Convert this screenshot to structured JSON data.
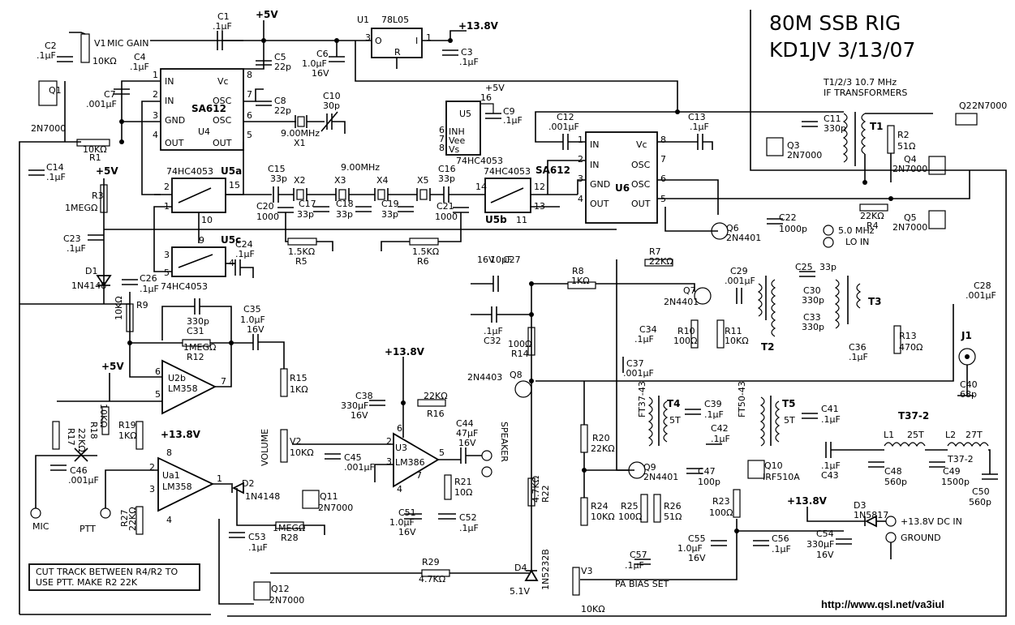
{
  "title_line1": "80M SSB RIG",
  "title_line2": "KD1JV 3/13/07",
  "url": "http://www.qsl.net/va3iul",
  "if_note_1": "T1/2/3 10.7 MHz",
  "if_note_2": "IF TRANSFORMERS",
  "note_1": "CUT TRACK BETWEEN R4/R2 TO",
  "note_2": "USE PTT. MAKE R2 22K",
  "supply_5v": "+5V",
  "supply_138": "+13.8V",
  "ics": {
    "u1_name": "U1",
    "u1_part": "78L05",
    "u1_o": "O",
    "u1_i": "I",
    "u1_r": "R",
    "u1_pin3": "3",
    "u1_pin1": "1",
    "u4_name": "U4",
    "u4_part": "SA612",
    "u4_in1": "IN",
    "u4_in2": "IN",
    "u4_gnd": "GND",
    "u4_out1": "OUT",
    "u4_vc": "Vc",
    "u4_osc1": "OSC",
    "u4_osc2": "OSC",
    "u4_out2": "OUT",
    "u4_p1": "1",
    "u4_p2": "2",
    "u4_p3": "3",
    "u4_p4": "4",
    "u4_p5": "5",
    "u4_p6": "6",
    "u4_p7": "7",
    "u4_p8": "8",
    "u6_name": "U6",
    "u6_part": "SA612",
    "u6_in1": "IN",
    "u6_in2": "IN",
    "u6_gnd": "GND",
    "u6_out1": "OUT",
    "u6_vc": "Vc",
    "u6_osc1": "OSC",
    "u6_osc2": "OSC",
    "u6_out2": "OUT",
    "u6_p1": "1",
    "u6_p2": "2",
    "u6_p3": "3",
    "u6_p4": "4",
    "u6_p5": "5",
    "u6_p6": "6",
    "u6_p7": "7",
    "u6_p8": "8",
    "u5a": "U5a",
    "u5b": "U5b",
    "u5c": "U5c",
    "u5_part": "74HC4053",
    "u5a_p2": "2",
    "u5a_p1": "1",
    "u5a_p15": "15",
    "u5a_p10": "10",
    "u5b_p14": "14",
    "u5b_p12": "12",
    "u5b_p13": "13",
    "u5b_p11": "11",
    "u5c_p9": "9",
    "u5c_p3": "3",
    "u5c_p5": "5",
    "u5c_p4": "4",
    "u5_pwr_name": "U5",
    "u5_pwr_p16": "16",
    "u5_pwr_p6": "6",
    "u5_pwr_p7": "7",
    "u5_pwr_p8": "8",
    "u5_inh": "INH",
    "u5_vee": "Vee",
    "u5_vs": "Vs",
    "u2b": "U2b",
    "u2b_part": "LM358",
    "u2b_p6": "6",
    "u2b_p5": "5",
    "u2b_p7": "7",
    "u1a": "Ua1",
    "u1a_part": "LM358",
    "u1a_p2": "2",
    "u1a_p3": "3",
    "u1a_p1": "1",
    "u1a_p8": "8",
    "u1a_p4": "4",
    "u3": "U3",
    "u3_part": "LM386",
    "u3_p2": "2",
    "u3_p3": "3",
    "u3_p6": "6",
    "u3_p5": "5",
    "u3_p4": "4",
    "u3_p7": "7"
  },
  "parts": {
    "c1": "C1",
    "c1v": ".1µF",
    "c2": "C2",
    "c2v": ".1µF",
    "c3": "C3",
    "c3v": ".1µF",
    "c4": "C4",
    "c4v": ".1µF",
    "c5": "C5",
    "c5v": "22p",
    "c6": "C6",
    "c6v": "1.0µF",
    "c6v2": "16V",
    "c7": "C7",
    "c7v": ".001µF",
    "c8": "C8",
    "c8v": "22p",
    "c9": "C9",
    "c9v": ".1µF",
    "c10": "C10",
    "c10v": "30p",
    "c11": "C11",
    "c11v": "330p",
    "c12": "C12",
    "c12v": ".001µF",
    "c13": "C13",
    "c13v": ".1µF",
    "c14": "C14",
    "c14v": ".1µF",
    "c15": "C15",
    "c15v": "33p",
    "c16": "C16",
    "c16v": "33p",
    "c17": "C17",
    "c17v": "33p",
    "c18": "C18",
    "c18v": "33p",
    "c19": "C19",
    "c19v": "33p",
    "c20": "C20",
    "c20v": "1000",
    "c21": "C21",
    "c21v": "1000",
    "c22": "C22",
    "c22v": "1000p",
    "c23": "C23",
    "c23v": ".1µF",
    "c24": "C24",
    "c24v": ".1µF",
    "c25": "C25",
    "c25v": "33p",
    "c26": "C26",
    "c26v": ".1µF",
    "c27": "C27",
    "c27v": "10µF",
    "c27v2": "16V",
    "c28": "C28",
    "c28v": ".001µF",
    "c29": "C29",
    "c29v": ".001µF",
    "c30": "C30",
    "c30v": "330p",
    "c31": "C31",
    "c31v": "330p",
    "c32": "C32",
    "c32v": ".1µF",
    "c33": "C33",
    "c33v": "330p",
    "c34": "C34",
    "c34v": ".1µF",
    "c35": "C35",
    "c35v": "1.0µF",
    "c35v2": "16V",
    "c36": "C36",
    "c36v": ".1µF",
    "c37": "C37",
    "c37v": ".001µF",
    "c38": "C38",
    "c38v": "330µF",
    "c38v2": "16V",
    "c39": "C39",
    "c39v": ".1µF",
    "c40": "C40",
    "c40v": "68p",
    "c41": "C41",
    "c41v": ".1µF",
    "c42": "C42",
    "c42v": ".1µF",
    "c43": "C43",
    "c43v": ".1µF",
    "c44": "C44",
    "c44v": "47µF",
    "c44v2": "16V",
    "c45": "C45",
    "c45v": ".001µF",
    "c46": "C46",
    "c46v": ".001µF",
    "c47": "C47",
    "c47v": "100p",
    "c48": "C48",
    "c48v": "560p",
    "c49": "C49",
    "c49v": "1500p",
    "c50": "C50",
    "c50v": "560p",
    "c51": "C51",
    "c51v": "1.0µF",
    "c51v2": "16V",
    "c52": "C52",
    "c52v": ".1µF",
    "c53": "C53",
    "c53v": ".1µF",
    "c54": "C54",
    "c54v": "330µF",
    "c54v2": "16V",
    "c55": "C55",
    "c55v": "1.0µF",
    "c55v2": "16V",
    "c56": "C56",
    "c56v": ".1µF",
    "c57": "C57",
    "c57v": ".1µF",
    "r1": "R1",
    "r1v": "10KΩ",
    "r2": "R2",
    "r2v": "51Ω",
    "r3": "R3",
    "r3v": "1MEGΩ",
    "r4": "R4",
    "r4v": "22KΩ",
    "r5": "R5",
    "r5v": "1.5KΩ",
    "r6": "R6",
    "r6v": "1.5KΩ",
    "r7": "R7",
    "r7v": "22KΩ",
    "r8": "R8",
    "r8v": "1KΩ",
    "r9": "R9",
    "r9v": "10KΩ",
    "r10": "R10",
    "r10v": "100Ω",
    "r11": "R11",
    "r11v": "10KΩ",
    "r12": "R12",
    "r12v": "1MEGΩ",
    "r13": "R13",
    "r13v": "470Ω",
    "r14": "R14",
    "r14v": "100Ω",
    "r15": "R15",
    "r15v": "1KΩ",
    "r16": "R16",
    "r16v": "22KΩ",
    "r17": "R17",
    "r17v": "22KΩ",
    "r18": "R18",
    "r18v": "10KΩ",
    "r19": "R19",
    "r19v": "1KΩ",
    "r20": "R20",
    "r20v": "22KΩ",
    "r21": "R21",
    "r21v": "10Ω",
    "r22": "R22",
    "r22v": "4.7KΩ",
    "r23": "R23",
    "r23v": "100Ω",
    "r24": "R24",
    "r24v": "10KΩ",
    "r25": "R25",
    "r25v": "100Ω",
    "r26": "R26",
    "r26v": "51Ω",
    "r27": "R27",
    "r27v": "22KΩ",
    "r28": "R28",
    "r28v": "1MEGΩ",
    "r29": "R29",
    "r29v": "4.7KΩ",
    "v1": "V1",
    "v1_label": "MIC GAIN",
    "v1v": "10KΩ",
    "v2": "V2",
    "v2v": "10KΩ",
    "v2_label": "VOLUME",
    "v3": "V3",
    "v3v": "10KΩ",
    "v3_label": "PA BIAS SET",
    "q1": "Q1",
    "q1v": "2N7000",
    "q2": "Q2",
    "q2v": "2N7000",
    "q3": "Q3",
    "q3v": "2N7000",
    "q4": "Q4",
    "q4v": "2N7000",
    "q5": "Q5",
    "q5v": "2N7000",
    "q6": "Q6",
    "q6v": "2N4401",
    "q7": "Q7",
    "q7v": "2N4401",
    "q8": "Q8",
    "q8v": "2N4403",
    "q9": "Q9",
    "q9v": "2N4401",
    "q10": "Q10",
    "q10v": "IRF510A",
    "q11": "Q11",
    "q11v": "2N7000",
    "q12": "Q12",
    "q12v": "2N7000",
    "d1": "D1",
    "d1v": "1N4148",
    "d2": "D2",
    "d2v": "1N4148",
    "d3": "D3",
    "d3v": "1N5817",
    "d4": "D4",
    "d4v": "1N5232B",
    "d4volt": "5.1V",
    "x1": "X1",
    "x1v": "9.00MHz",
    "x2": "X2",
    "x3": "X3",
    "x4": "X4",
    "x5": "X5",
    "xfreq": "9.00MHz",
    "t1": "T1",
    "t2": "T2",
    "t3": "T3",
    "t4": "T4",
    "t5": "T5",
    "t4core": "FT37-43",
    "t5core": "FT50-43",
    "turns": "5T",
    "l1": "L1",
    "l1t": "25T",
    "l2": "L2",
    "l2t": "27T",
    "lcore": "T37-2",
    "j1": "J1",
    "mic": "MIC",
    "ptt": "PTT",
    "speaker": "SPEAKER",
    "lo_5": "5.0 MHz",
    "lo_in": "LO IN",
    "dc_in": "+13.8V DC IN",
    "ground": "GROUND"
  }
}
